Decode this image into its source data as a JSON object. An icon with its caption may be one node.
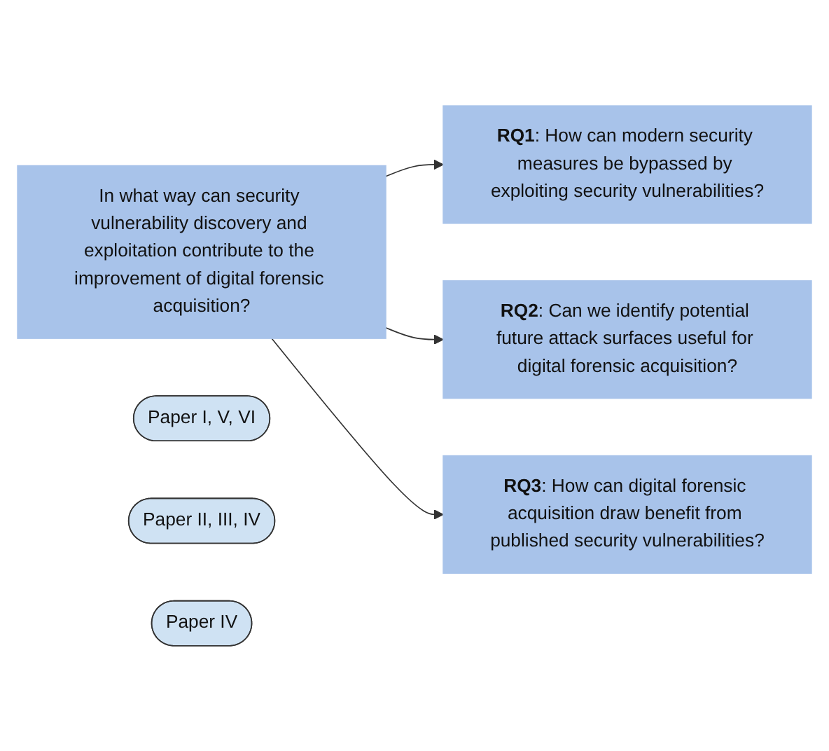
{
  "diagram": {
    "nodes": [
      {
        "text": [
          "In what way can security vulnerability discovery and exploitation contribute to the improvement of digital forensic acquisition?"
        ]
      },
      {
        "text": [
          "**RQ1**: How can modern security measures be bypassed by exploiting security vulnerabilities?"
        ]
      },
      {
        "text": [
          "Paper I, V, VI"
        ]
      },
      {
        "text": [
          "**RQ2**: Can we identify potential future attack surfaces useful for digital forensic acquisition?"
        ]
      },
      {
        "text": [
          "Paper II, III, IV"
        ]
      },
      {
        "text": [
          "**RQ3**: How can digital forensic acquisition draw benefit from published security vulnerabilities?"
        ]
      },
      {
        "text": [
          "Paper IV"
        ]
      }
    ],
    "edges": [
      {
        "from": 0,
        "to": 1,
        "arrow": "to"
      },
      {
        "from": 0,
        "to": 3,
        "arrow": "to"
      },
      {
        "from": 0,
        "to": 5,
        "arrow": "to"
      }
    ]
  }
}
